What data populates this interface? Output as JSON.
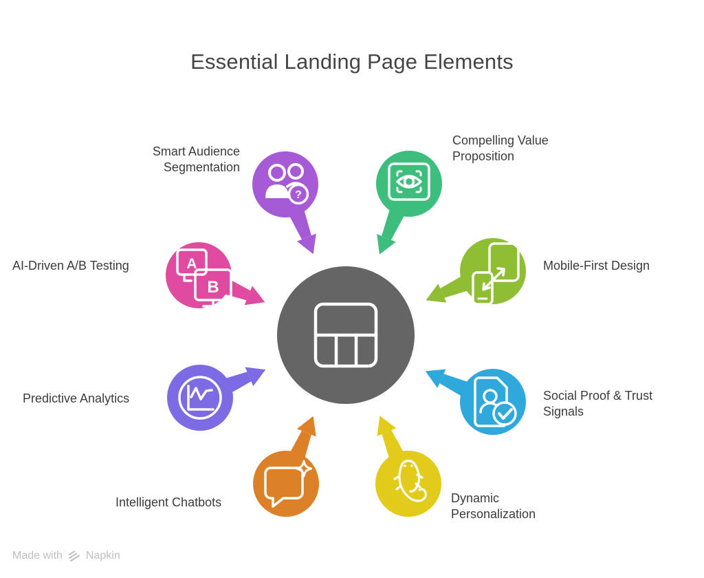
{
  "title": "Essential Landing Page Elements",
  "center": {
    "name": "landing-page",
    "color": "#656565"
  },
  "nodes": [
    {
      "id": "smart-audience-segmentation",
      "label": "Smart Audience\nSegmentation",
      "color": "#A65AD6",
      "icon": "users-question-icon",
      "badge": "?"
    },
    {
      "id": "compelling-value-proposition",
      "label": "Compelling Value\nProposition",
      "color": "#3DBE7D",
      "icon": "eye-scan-icon"
    },
    {
      "id": "ai-driven-ab-testing",
      "label": "AI-Driven A/B Testing",
      "color": "#DE4B9F",
      "icon": "ab-monitors-icon",
      "monitor_a": "A",
      "monitor_b": "B"
    },
    {
      "id": "mobile-first-design",
      "label": "Mobile-First Design",
      "color": "#8FBE35",
      "icon": "tablet-phone-icon"
    },
    {
      "id": "predictive-analytics",
      "label": "Predictive Analytics",
      "color": "#7D6BE4",
      "icon": "chart-circle-icon"
    },
    {
      "id": "social-proof-trust-signals",
      "label": "Social Proof & Trust\nSignals",
      "color": "#2FA9DC",
      "icon": "document-user-check-icon"
    },
    {
      "id": "intelligent-chatbots",
      "label": "Intelligent Chatbots",
      "color": "#DD8128",
      "icon": "chat-sparkle-icon"
    },
    {
      "id": "dynamic-personalization",
      "label": "Dynamic\nPersonalization",
      "color": "#E3CB1B",
      "icon": "chameleon-icon"
    }
  ],
  "watermark": {
    "prefix": "Made with",
    "brand": "Napkin"
  }
}
